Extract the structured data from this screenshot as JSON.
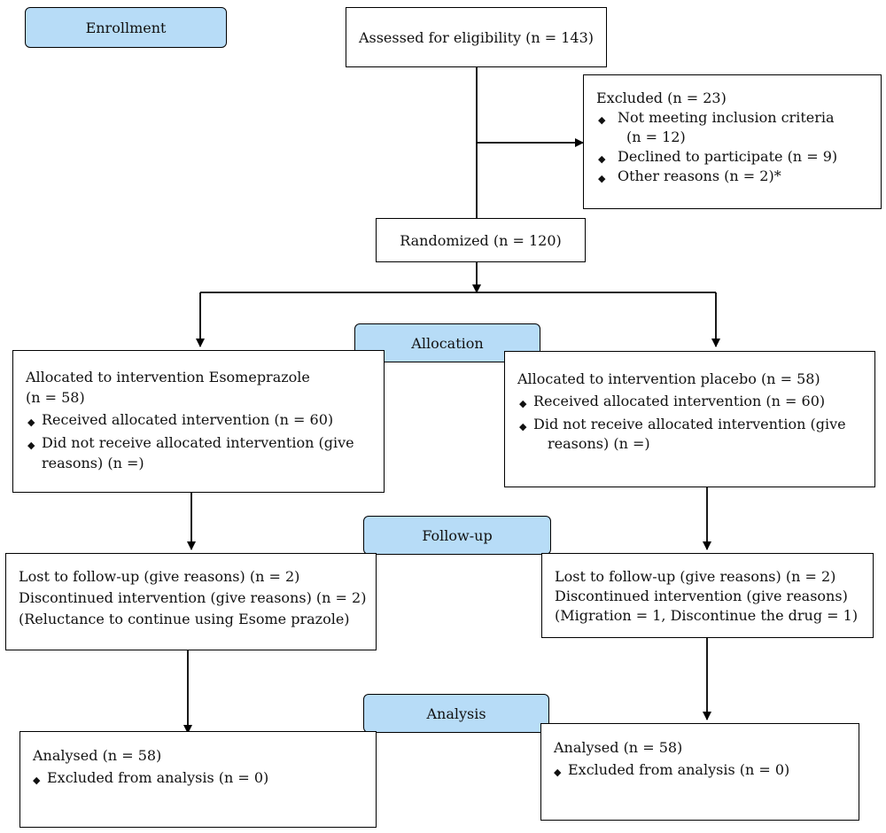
{
  "stages": {
    "enrollment": "Enrollment",
    "allocation": "Allocation",
    "followup": "Follow-up",
    "analysis": "Analysis"
  },
  "assessed": "Assessed for eligibility (n = 143)",
  "excluded": {
    "title": "Excluded (n = 23)",
    "items": [
      "Not meeting inclusion criteria",
      "(n = 12)",
      "Declined to participate (n = 9)",
      "Other reasons (n = 2)*"
    ]
  },
  "randomized": "Randomized (n = 120)",
  "left_arm": {
    "allocation": {
      "lines": [
        "Allocated to intervention Esomeprazole",
        "(n = 58)",
        "Received allocated intervention (n = 60)",
        "Did not receive allocated intervention (give",
        "reasons) (n =)"
      ]
    },
    "followup": {
      "lines": [
        "Lost to follow-up (give reasons) (n = 2)",
        "Discontinued intervention (give reasons) (n = 2)",
        "(Reluctance to continue using Esome prazole)"
      ]
    },
    "analysis": {
      "lines": [
        "Analysed (n = 58)",
        "Excluded from analysis (n = 0)"
      ]
    }
  },
  "right_arm": {
    "allocation": {
      "lines": [
        "Allocated to intervention placebo (n = 58)",
        "Received allocated intervention (n = 60)",
        "Did not receive allocated intervention (give",
        "reasons) (n =)"
      ]
    },
    "followup": {
      "lines": [
        "Lost to follow-up (give reasons) (n = 2)",
        "Discontinued intervention (give reasons)",
        "(Migration = 1, Discontinue the drug = 1)"
      ]
    },
    "analysis": {
      "lines": [
        "Analysed (n = 58)",
        "Excluded from analysis (n = 0)"
      ]
    }
  }
}
